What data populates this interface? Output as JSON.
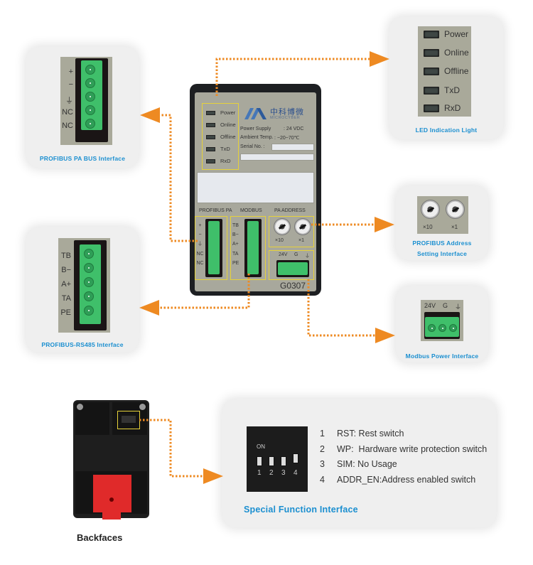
{
  "device": {
    "brand_cn": "中科博微",
    "brand_en": "MICROCYBER",
    "power_supply_label": "Power Supply",
    "power_supply_value": ": 24 VDC",
    "ambient_temp_label": "Ambient Temp.",
    "ambient_temp_value": ": −20~70℃",
    "serial_label": "Serial No. :",
    "leds": [
      "Power",
      "Online",
      "Offline",
      "TxD",
      "RxD"
    ],
    "section_profibus_pa": "PROFIBUS PA",
    "section_modbus": "MODBUS",
    "section_pa_address": "PA ADDRESS",
    "pa_pins": [
      "+",
      "−",
      "⏚",
      "NC",
      "NC"
    ],
    "modbus_pins": [
      "TB",
      "B−",
      "A+",
      "TA",
      "PE"
    ],
    "dial_labels": [
      "×10",
      "×1"
    ],
    "power_pins": [
      "24V",
      "G",
      "⏚"
    ],
    "model": "G0307"
  },
  "cards": {
    "led_indication": {
      "title": "LED Indication Light",
      "leds": [
        "Power",
        "Online",
        "Offline",
        "TxD",
        "RxD"
      ]
    },
    "profibus_pa_bus": {
      "title": "PROFIBUS PA BUS Interface",
      "pins": [
        "+",
        "−",
        "⏚",
        "NC",
        "NC"
      ]
    },
    "profibus_rs485": {
      "title": "PROFIBUS-RS485 Interface",
      "pins": [
        "TB",
        "B−",
        "A+",
        "TA",
        "PE"
      ]
    },
    "profibus_address": {
      "title_line1": "PROFIBUS Address",
      "title_line2": "Setting Interface",
      "dial_labels": [
        "×10",
        "×1"
      ]
    },
    "modbus_power": {
      "title": "Modbus Power Interface",
      "pins": [
        "24V",
        "G",
        "⏚"
      ]
    },
    "special_function": {
      "title": "Special Function Interface",
      "dip_on_label": "ON",
      "dip_numbers": [
        "1",
        "2",
        "3",
        "4"
      ],
      "items": [
        {
          "num": "1",
          "text": "RST: Rest switch"
        },
        {
          "num": "2",
          "text": "WP:  Hardware write protection switch"
        },
        {
          "num": "3",
          "text": "SIM: No Usage"
        },
        {
          "num": "4",
          "text": "ADDR_EN:Address enabled switch"
        }
      ]
    }
  },
  "backface": {
    "label": "Backfaces"
  },
  "colors": {
    "accent_blue": "#1b8fd0",
    "arrow_orange": "#ee8a22",
    "highlight_yellow": "#e6d23a",
    "terminal_green": "#3fbf6a"
  }
}
